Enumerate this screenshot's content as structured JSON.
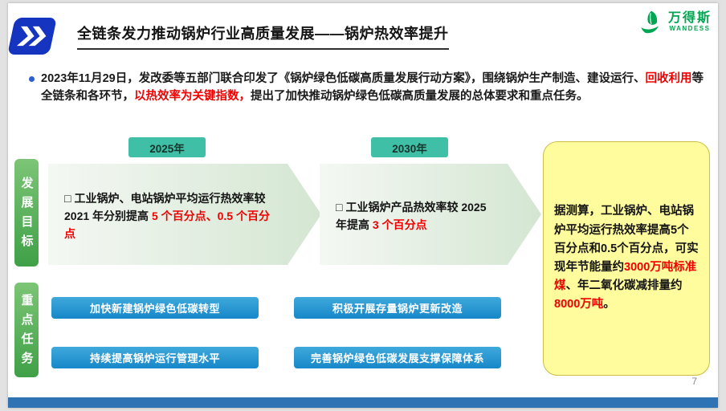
{
  "colors": {
    "accent_blue": "#1535c0",
    "bar_blue": "#2e74b5",
    "button_blue": "#1787c8",
    "label_green": "#3fa047",
    "chip_teal": "#3fc0a6",
    "note_yellow": "#fffc9d",
    "logo_green": "#00a651",
    "highlight_red": "#f00000"
  },
  "header": {
    "title": "全链条发力推动锅炉行业高质量发展——锅炉热效率提升",
    "logo_name": "万得斯",
    "logo_sub": "WANDESS"
  },
  "intro": {
    "bullet": "●",
    "seg1": "2023年11月29日，发改委等五部门联合印发了《锅炉绿色低碳高质量发展行动方案》，围绕锅炉生产制造、建设运行、",
    "seg2": "回收利用",
    "seg3": "等全链条和各环节，",
    "seg4": "以热效率为关键指数，",
    "seg5": "提出了加快推动锅炉绿色低碳高质量发展的总体要求和重点任务。"
  },
  "side_labels": {
    "goals": "发展目标",
    "tasks": "重点任务"
  },
  "timeline": {
    "year1": "2025年",
    "year2": "2030年",
    "arrow1": {
      "bullet": "□",
      "seg1": "工业锅炉、电站锅炉平均运行热效率较 2021 年分别提高 ",
      "seg2": "5 个百分点、0.5 个百分点"
    },
    "arrow2": {
      "bullet": "□",
      "seg1": "工业锅炉产品热效率较 2025 年提高 ",
      "seg2": "3 个百分点"
    }
  },
  "summary": {
    "seg1": "据测算，工业锅炉、电站锅炉平均运行热效率提高5个百分点和0.5个百分点，可实现年节能量约",
    "seg2": "3000万吨标准煤",
    "seg3": "、年二氧化碳减排量约",
    "seg4": "8000万吨",
    "seg5": "。"
  },
  "tasks": {
    "t1": "加快新建锅炉绿色低碳转型",
    "t2": "积极开展存量锅炉更新改造",
    "t3": "持续提高锅炉运行管理水平",
    "t4": "完善锅炉绿色低碳发展支撑保障体系"
  },
  "footer": {
    "page": "7"
  }
}
